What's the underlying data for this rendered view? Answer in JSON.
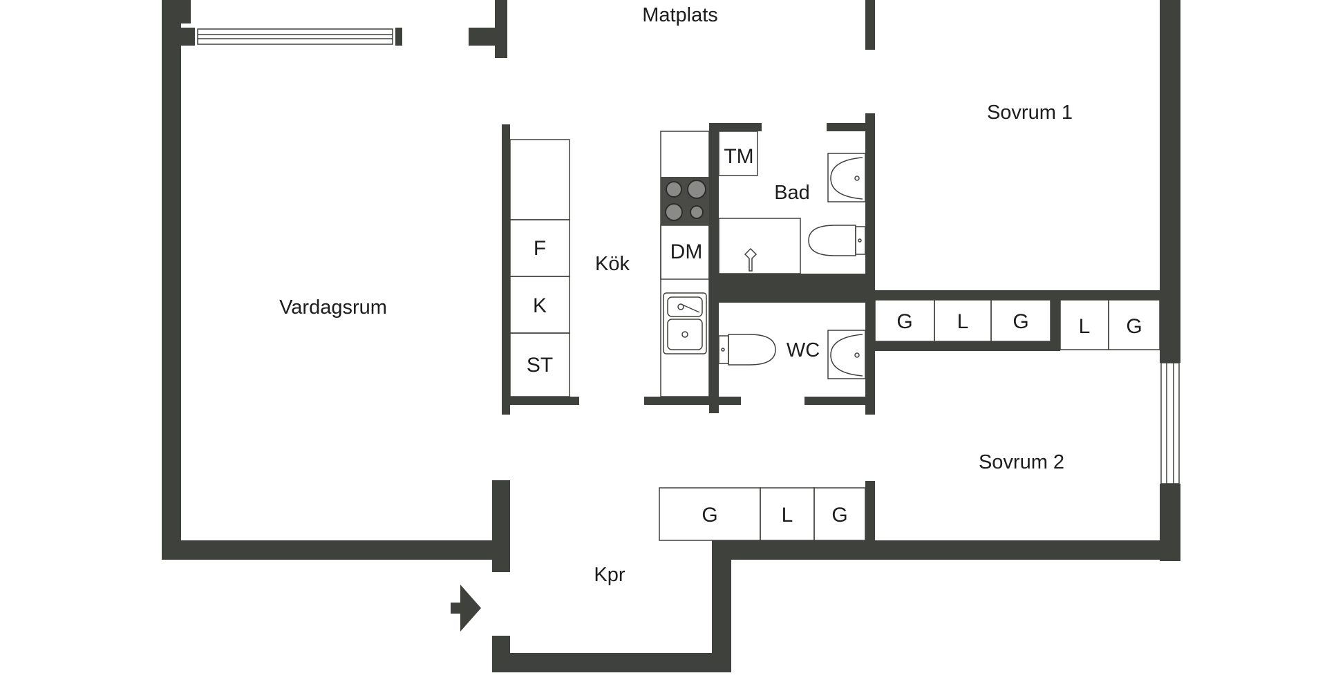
{
  "colors": {
    "wall": "#3f413c",
    "line": "#3f413c",
    "background": "#ffffff",
    "text": "#1d1d1d",
    "stovetop": "#4a4b47"
  },
  "rooms": {
    "matplats": "Matplats",
    "sovrum1": "Sovrum 1",
    "bad": "Bad",
    "kok": "Kök",
    "vardagsrum": "Vardagsrum",
    "wc": "WC",
    "sovrum2": "Sovrum 2",
    "kpr": "Kpr"
  },
  "fixtures": {
    "tm": "TM",
    "dm": "DM",
    "f": "F",
    "k": "K",
    "st": "ST"
  },
  "wardrobes": {
    "row1": [
      "G",
      "L",
      "G"
    ],
    "row2": [
      "L",
      "G"
    ],
    "row3": [
      "G",
      "L",
      "G"
    ]
  },
  "icons": [
    "entrance-arrow-icon",
    "stovetop-icon",
    "sink-icon",
    "toilet-icon",
    "washbasin-icon",
    "bathtub-fixture-icon",
    "window-icon"
  ]
}
